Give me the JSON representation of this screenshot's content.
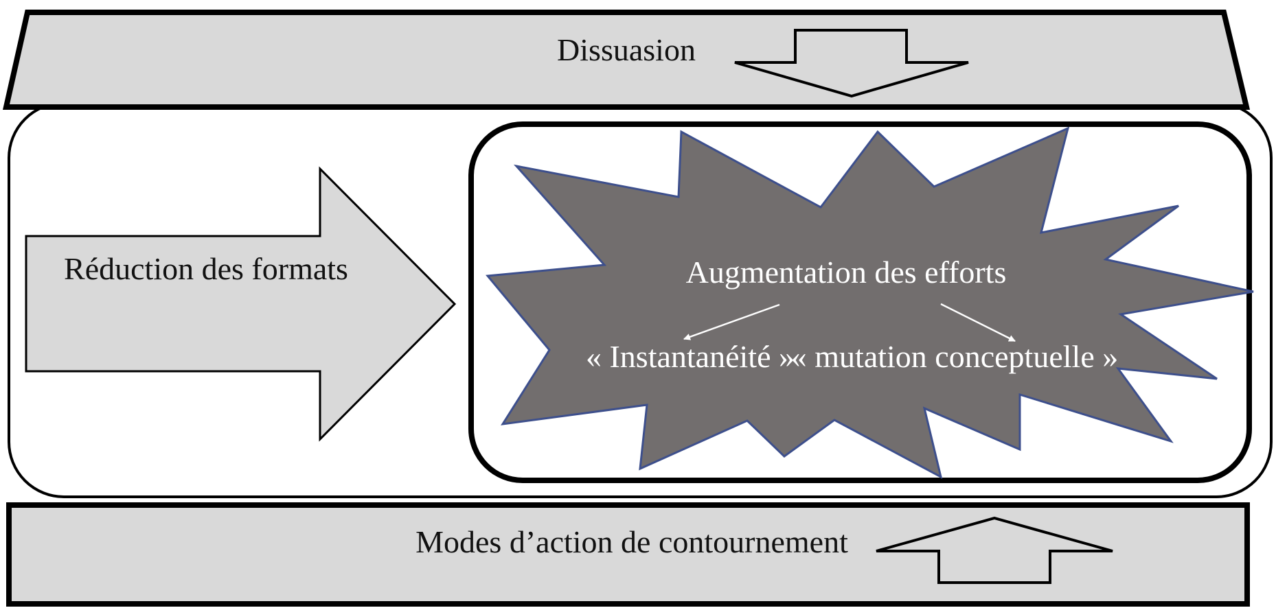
{
  "diagram": {
    "top_band": {
      "label": "Dissuasion"
    },
    "left_arrow": {
      "label": "Réduction des formats"
    },
    "burst": {
      "title": "Augmentation des efforts",
      "left_outcome": "« Instantanéité »",
      "right_outcome": "« mutation conceptuelle »"
    },
    "bottom_band": {
      "label": "Modes d’action de contournement"
    }
  },
  "colors": {
    "band_fill": "#d9d9d9",
    "burst_fill": "#726e6e",
    "burst_stroke": "#3d4f8c",
    "outline": "#000000",
    "burst_text": "#ffffff"
  }
}
